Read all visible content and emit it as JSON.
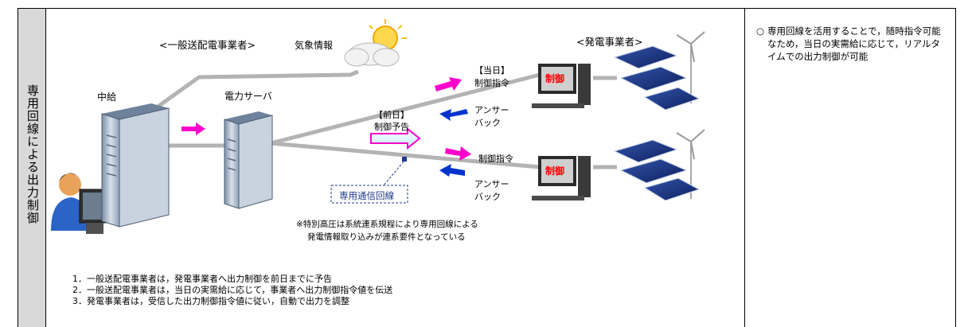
{
  "row_label": "専用回線による出力制御",
  "diagram": {
    "transmission_operator": "<一般送配電事業者>",
    "weather_info": "気象情報",
    "generator_operator": "<発電事業者>",
    "relay_label": "中給",
    "power_server_label": "電力サーバ",
    "day_before_heading": "【前日】",
    "day_before_text": "制御予告",
    "same_day_heading": "【当日】",
    "same_day_text": "制御指令",
    "control_command": "制御指令",
    "answer_back_1a": "アンサー",
    "answer_back_1b": "バック",
    "answer_back_2a": "アンサー",
    "answer_back_2b": "バック",
    "control_label_1": "制御",
    "control_label_2": "制御",
    "dedicated_line": "専用通信回線",
    "footnote_1": "※特別高圧は系統連系規程により専用回線による",
    "footnote_2": "発電情報取り込みが連系要件となっている",
    "colors": {
      "magenta_arrow": "#ff00cc",
      "blue_arrow": "#0033cc",
      "line": "#b3b3b3",
      "control_text": "#ff0000",
      "dashed_box": "#1f3a8a"
    }
  },
  "steps": [
    "1．一般送配電事業者は，発電事業者へ出力制御を前日までに予告",
    "2．一般送配電事業者は，当日の実需給に応じて，事業者へ出力制御指令値を伝送",
    "3．発電事業者は，受信した出力制御指令値に従い，自動で出力を調整"
  ],
  "note": {
    "mark": "○",
    "text": "専用回線を活用することで，随時指令可能なため，当日の実需給に応じて，リアルタイムでの出力制御が可能"
  }
}
